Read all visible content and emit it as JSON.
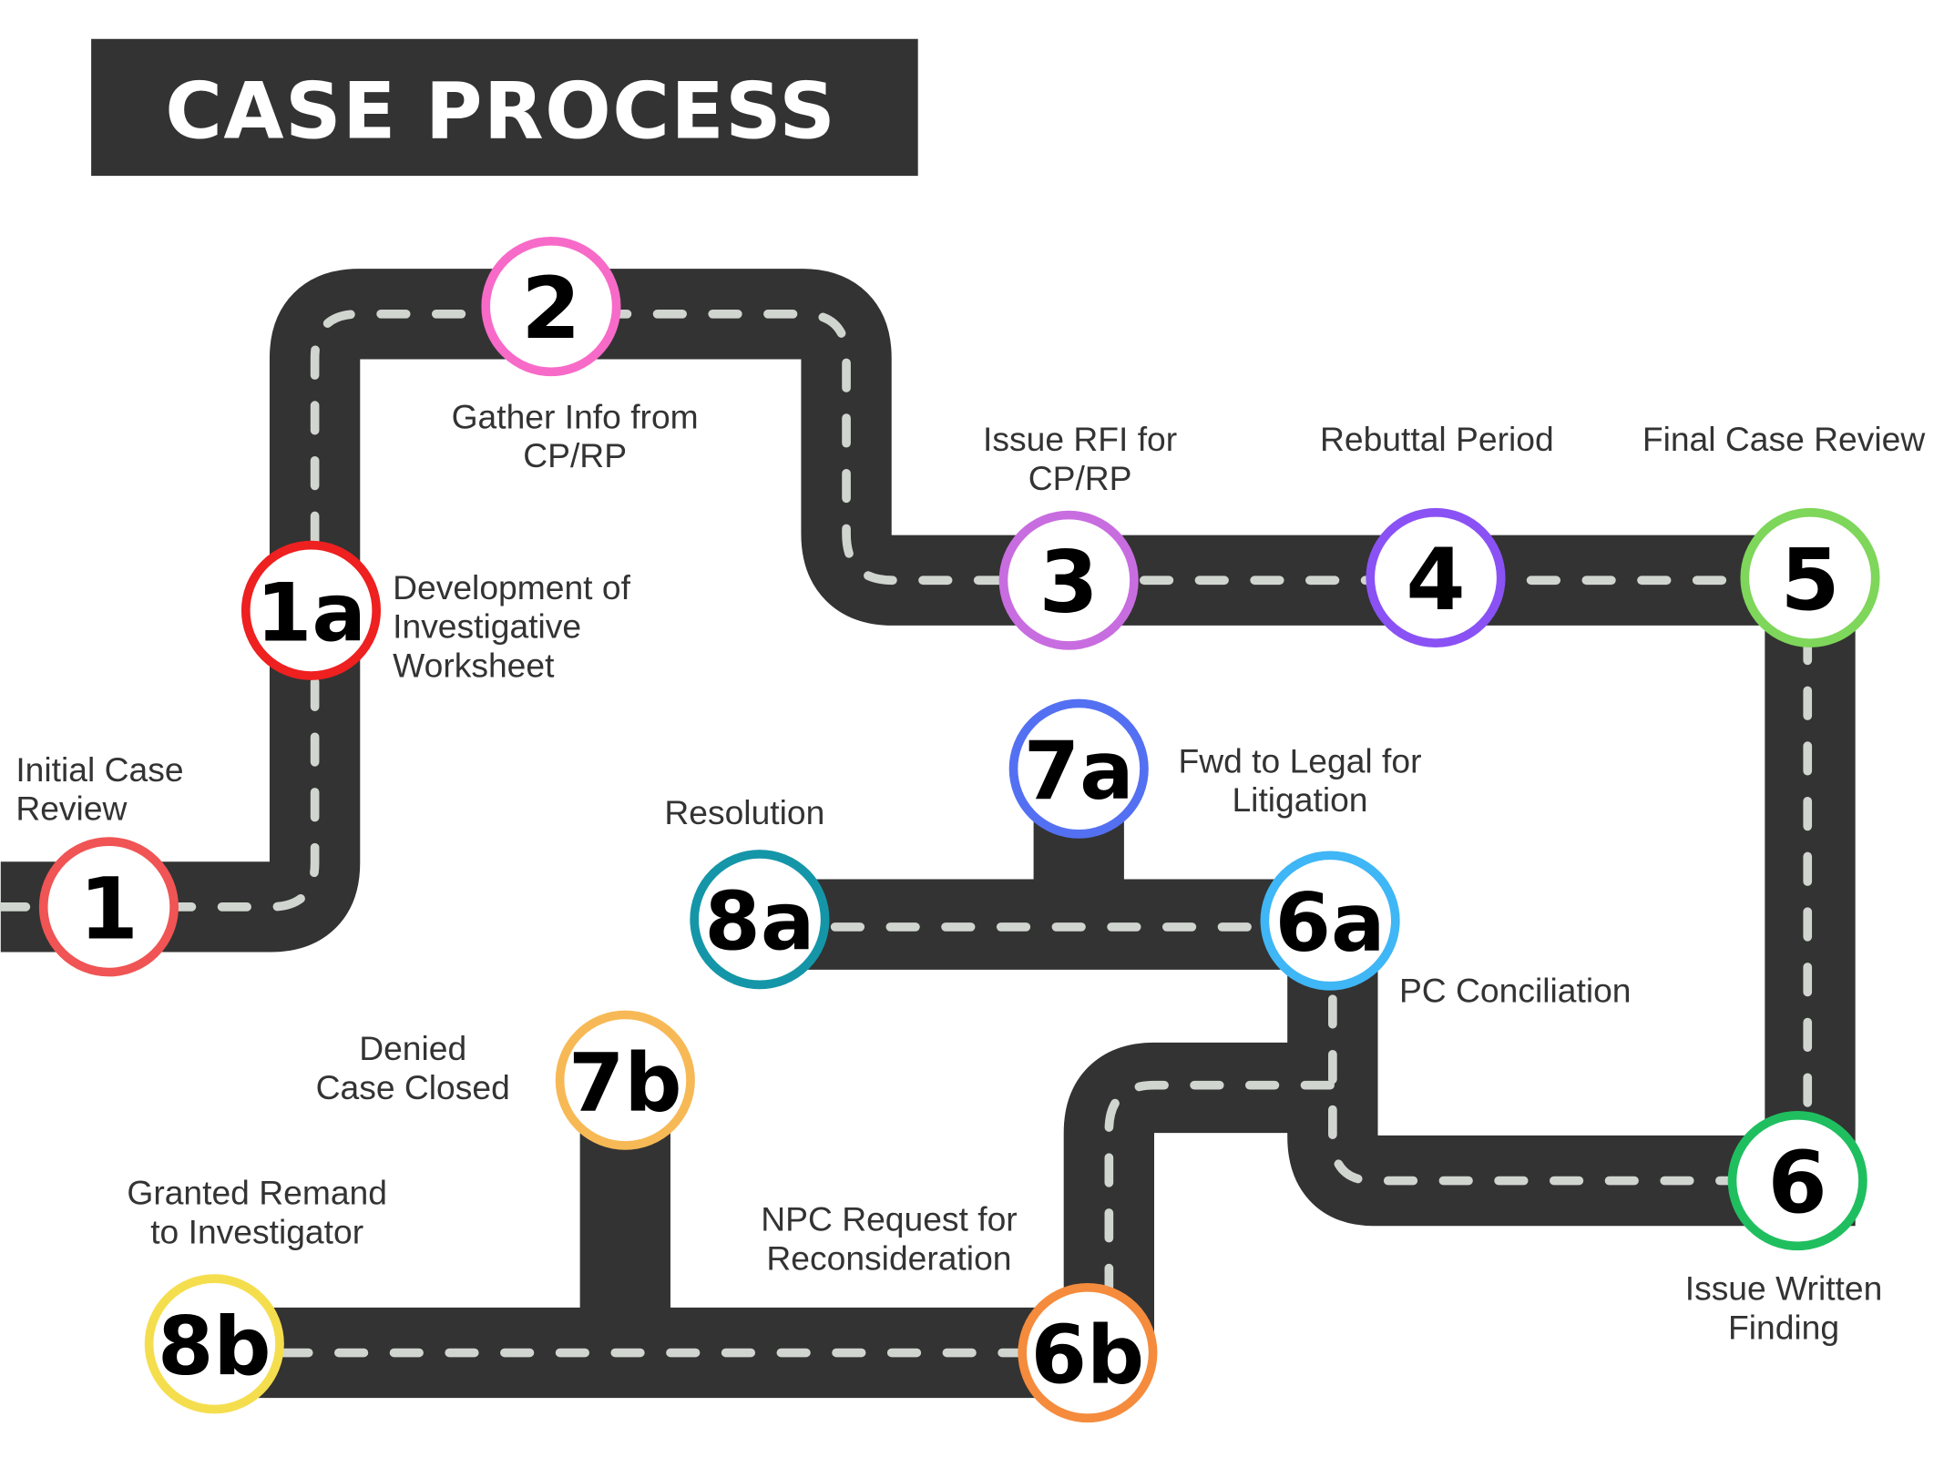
{
  "title": "CASE PROCESS",
  "colors": {
    "road": "#333333",
    "dash": "#d0d6cf",
    "title_bg": "#333333"
  },
  "nodes": [
    {
      "id": "1",
      "label_lines": [
        "Initial Case",
        "Review"
      ],
      "color": "#f05454"
    },
    {
      "id": "1a",
      "label_lines": [
        "Development of",
        "Investigative",
        "Worksheet"
      ],
      "color": "#ee2020"
    },
    {
      "id": "2",
      "label_lines": [
        "Gather Info from",
        "CP/RP"
      ],
      "color": "#f76ac8"
    },
    {
      "id": "3",
      "label_lines": [
        "Issue RFI for",
        "CP/RP"
      ],
      "color": "#c86de0"
    },
    {
      "id": "4",
      "label_lines": [
        "Rebuttal Period"
      ],
      "color": "#8a52f5"
    },
    {
      "id": "5",
      "label_lines": [
        "Final Case Review"
      ],
      "color": "#7ed65a"
    },
    {
      "id": "6",
      "label_lines": [
        "Issue Written",
        "Finding"
      ],
      "color": "#1fbf5f"
    },
    {
      "id": "6a",
      "label_lines": [
        "PC Conciliation"
      ],
      "color": "#3fb6f5"
    },
    {
      "id": "7a",
      "label_lines": [
        "Fwd to Legal for",
        "Litigation"
      ],
      "color": "#5470f2"
    },
    {
      "id": "8a",
      "label_lines": [
        "Resolution"
      ],
      "color": "#1496a8"
    },
    {
      "id": "6b",
      "label_lines": [
        "NPC Request for",
        "Reconsideration"
      ],
      "color": "#f58b3c"
    },
    {
      "id": "7b",
      "label_lines": [
        "Denied",
        "Case Closed"
      ],
      "color": "#f7b955"
    },
    {
      "id": "8b",
      "label_lines": [
        "Granted Remand",
        "to Investigator"
      ],
      "color": "#f5de4e"
    }
  ]
}
